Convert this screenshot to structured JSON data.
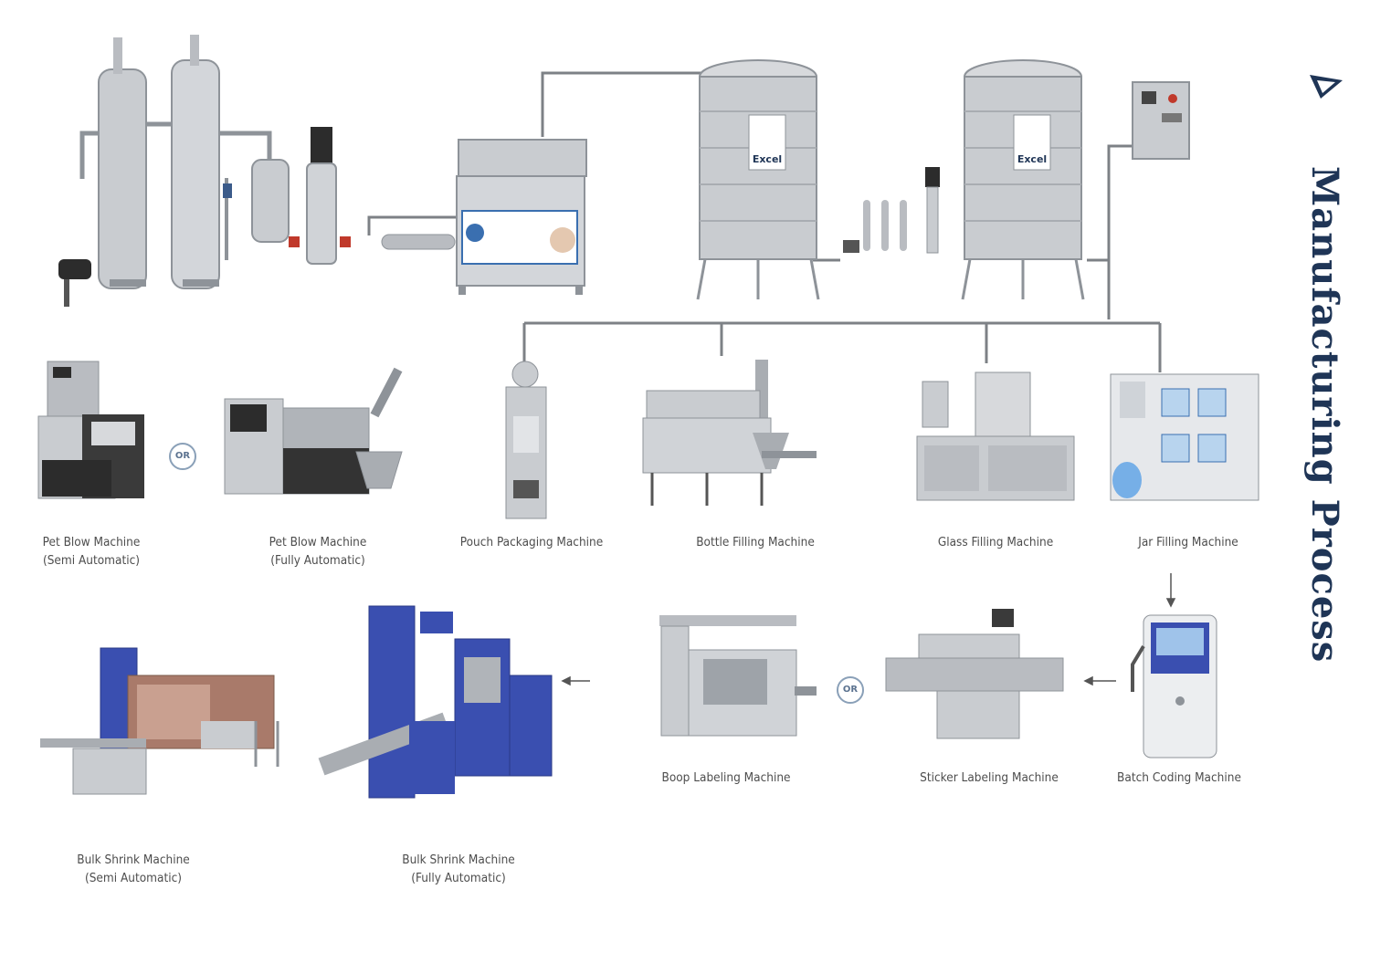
{
  "title": "Manufacturing Process",
  "or_label": "OR",
  "tank_logo_text": "Excel",
  "labels": {
    "pet_blow_semi": [
      "Pet Blow Machine",
      "(Semi Automatic)"
    ],
    "pet_blow_fully": [
      "Pet Blow Machine",
      "(Fully Automatic)"
    ],
    "pouch_packaging": [
      "Pouch Packaging Machine"
    ],
    "bottle_filling": [
      "Bottle Filling Machine"
    ],
    "glass_filling": [
      "Glass Filling Machine"
    ],
    "jar_filling": [
      "Jar Filling Machine"
    ],
    "boop_labeling": [
      "Boop Labeling Machine"
    ],
    "sticker_labeling": [
      "Sticker Labeling Machine"
    ],
    "batch_coding": [
      "Batch Coding Machine"
    ],
    "bulk_shrink_semi": [
      "Bulk Shrink Machine",
      "(Semi Automatic)"
    ],
    "bulk_shrink_fully": [
      "Bulk Shrink Machine",
      "(Fully Automatic)"
    ]
  },
  "colors": {
    "steel": "#c9ccd0",
    "steel_dark": "#8e9399",
    "machine_blue": "#3a4fb0",
    "pipe": "#7d8186",
    "title": "#1f3556",
    "label": "#4d4d4d"
  }
}
